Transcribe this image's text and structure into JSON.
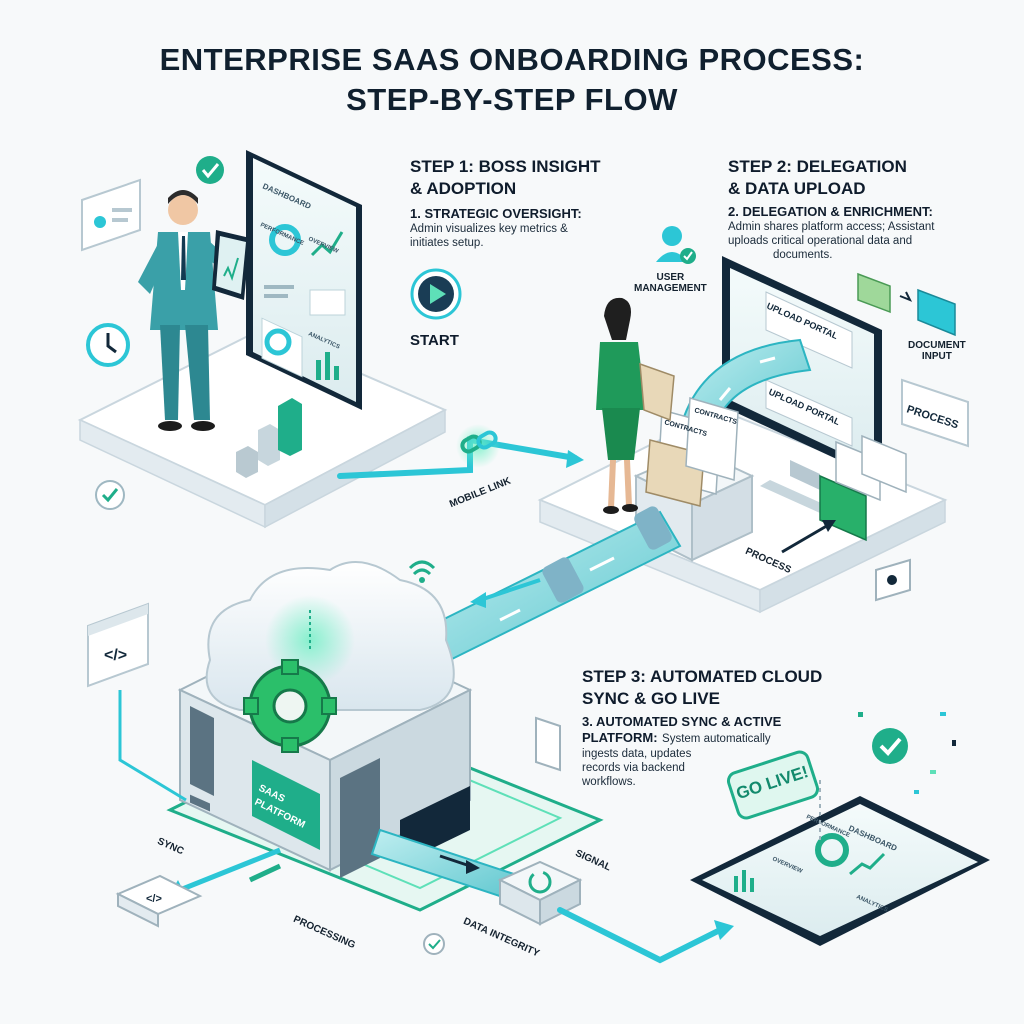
{
  "title": {
    "line1": "ENTERPRISE SAAS ONBOARDING PROCESS:",
    "line2": "STEP-BY-STEP FLOW"
  },
  "step1": {
    "heading_line1": "STEP 1: BOSS INSIGHT",
    "heading_line2": "& ADOPTION",
    "sub": "1. STRATEGIC OVERSIGHT:",
    "desc_line1": "Admin visualizes key metrics &",
    "desc_line2": "initiates setup."
  },
  "step2": {
    "heading_line1": "STEP 2: DELEGATION",
    "heading_line2": "& DATA UPLOAD",
    "sub": "2. DELEGATION & ENRICHMENT:",
    "desc_line1": "Admin shares platform access; Assistant",
    "desc_line2": "uploads critical operational data and",
    "desc_line3": "documents."
  },
  "step3": {
    "heading_line1": "STEP 3: AUTOMATED CLOUD",
    "heading_line2": "SYNC & GO LIVE",
    "sub_line1": "3. AUTOMATED SYNC & ACTIVE",
    "sub_line2": "PLATFORM:",
    "desc_line1": "System automatically",
    "desc_line2": "ingests data, updates",
    "desc_line3": "records via backend",
    "desc_line4": "workflows."
  },
  "labels": {
    "start": "START",
    "mobile_link": "MOBILE LINK",
    "user_management_line1": "USER",
    "user_management_line2": "MANAGEMENT",
    "document_input_line1": "DOCUMENT",
    "document_input_line2": "INPUT",
    "process_sign": "PROCESS",
    "process_floor": "PROCESS",
    "upload_portal_top": "UPLOAD PORTAL",
    "upload_portal_bottom": "UPLOAD PORTAL",
    "contracts_1": "CONTRACTS",
    "contracts_2": "CONTRACTS",
    "sync": "SYNC",
    "processing": "PROCESSING",
    "data_integrity": "DATA INTEGRITY",
    "signal": "SIGNAL",
    "saas_platform_line1": "SAAS",
    "saas_platform_line2": "PLATFORM",
    "go_live": "GO LIVE!",
    "code_symbol": "</>",
    "tablet_dashboard": "DASHBOARD",
    "tablet_performance": "PERFORMANCE",
    "tablet_overview": "OVERVIEW",
    "tablet_analytics": "ANALYTICS",
    "phone_dashboard": "DASHBOARD",
    "phone_performance": "PERFORMANCE",
    "phone_overview": "OVERVIEW",
    "phone_analytics": "ANALYTICS"
  },
  "colors": {
    "accent": "#1fae8a",
    "accent_light": "#5ee0b8",
    "cyan": "#2cc6d6",
    "dark": "#10202f",
    "suit_blue": "#3aa0a8",
    "suit_green": "#1f9a5a",
    "platform": "#eef3f6"
  },
  "icons": [
    "check-icon",
    "user-card-icon",
    "clock-icon",
    "play-icon",
    "chain-link-icon",
    "wifi-icon",
    "gear-icon",
    "cloud-icon",
    "folder-icon",
    "code-icon",
    "refresh-icon"
  ]
}
